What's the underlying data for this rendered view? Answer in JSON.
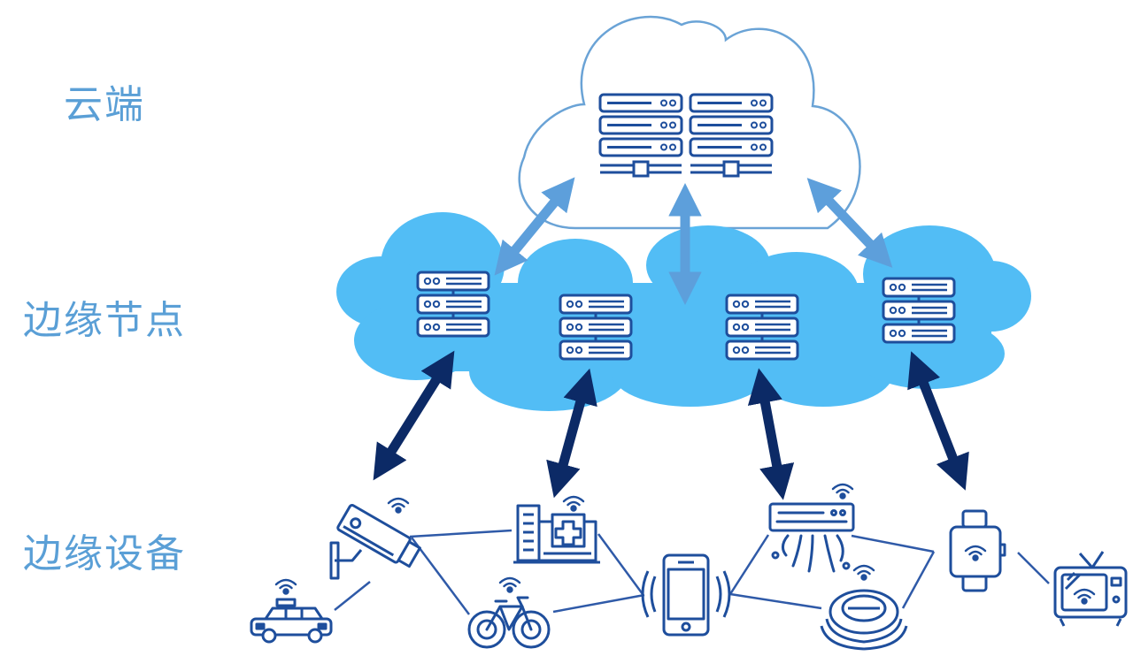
{
  "tiers": {
    "cloud": "云端",
    "edge_nodes": "边缘节点",
    "edge_devices": "边缘设备"
  },
  "colors": {
    "label": "#5a9fd6",
    "cloud_outline": "#6aa3d6",
    "edge_cloud_fill": "#52bdf5",
    "light_arrow": "#5d9fdb",
    "dark_arrow": "#0c2a66",
    "icon_stroke": "#1e4e9c",
    "network_line": "#2f5aa8"
  },
  "icons": {
    "cloud_servers": "server-rack-icon",
    "edge_nodes": "server-stack-icon",
    "devices": [
      "cctv-camera-icon",
      "taxi-icon",
      "hospital-icon",
      "bicycle-icon",
      "smartphone-icon",
      "air-conditioner-icon",
      "robot-vacuum-icon",
      "smartwatch-icon",
      "smart-tv-icon"
    ]
  }
}
